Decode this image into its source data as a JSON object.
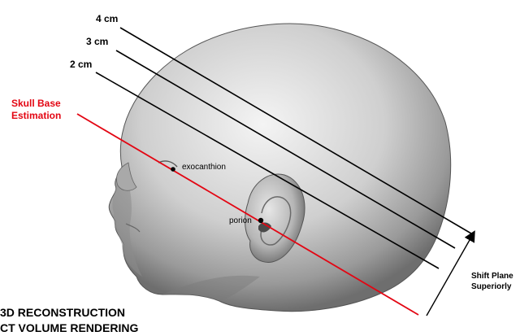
{
  "labels": {
    "line_4cm": "4 cm",
    "line_3cm": "3 cm",
    "line_2cm": "2 cm",
    "skull_base_line1": "Skull Base",
    "skull_base_line2": "Estimation",
    "exocanthion": "exocanthion",
    "porion": "porion",
    "shift_line1": "Shift Plane",
    "shift_line2": "Superiorly",
    "caption_line1": "3D RECONSTRUCTION",
    "caption_line2": "CT VOLUME RENDERING"
  },
  "colors": {
    "skull_base_plane": "#e30613",
    "shifted_planes": "#000000",
    "label_text": "#000000",
    "skull_base_text": "#e30613"
  }
}
